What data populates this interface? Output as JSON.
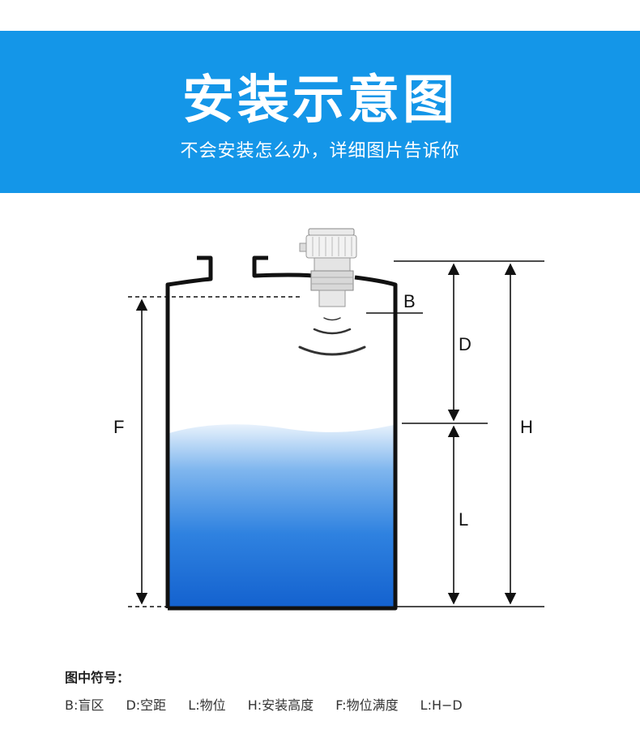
{
  "header": {
    "title": "安装示意图",
    "subtitle": "不会安装怎么办，详细图片告诉你",
    "color": "#1496e8"
  },
  "diagram": {
    "labels": {
      "B": "B",
      "D": "D",
      "H": "H",
      "F": "F",
      "L": "L"
    },
    "water_color": "#1a6fd6"
  },
  "legend": {
    "heading": "图中符号：",
    "items": [
      "B:盲区",
      "D:空距",
      "L:物位",
      "H:安装高度",
      "F:物位满度",
      "L:H−D"
    ]
  }
}
